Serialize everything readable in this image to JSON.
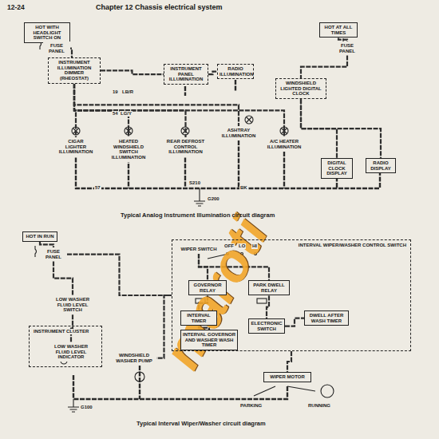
{
  "diagram": {
    "title": "Chapter 12 Chassis electrical system",
    "nodes": [
      {
        "text": [
          "HOT WITH HEADLIGHT SWITCH ON"
        ]
      },
      {
        "text": [
          "FUSE PANEL"
        ]
      },
      {
        "text": [
          "INSTRUMENT ILLUMINATION DIMMER (RHEOSTAT)"
        ]
      },
      {
        "text": [
          "INSTRUMENT PANEL ILLUMINATION"
        ]
      },
      {
        "text": [
          "RADIO ILLUMINATION"
        ]
      },
      {
        "text": [
          "WINDSHIELD LIGHTED DIGITAL CLOCK"
        ]
      },
      {
        "text": [
          "HOT AT ALL TIMES"
        ]
      },
      {
        "text": [
          "FUSE PANEL"
        ]
      },
      {
        "text": [
          "CIGAR LIGHTER ILLUMINATION"
        ]
      },
      {
        "text": [
          "HEATED WINDSHIELD SWITCH ILLUMINATION"
        ]
      },
      {
        "text": [
          "REAR DEFROST CONTROL ILLUMINATION"
        ]
      },
      {
        "text": [
          "ASHTRAY ILLUMINATION"
        ]
      },
      {
        "text": [
          "A/C HEATER ILLUMINATION"
        ]
      },
      {
        "text": [
          "DIGITAL CLOCK DISPLAY"
        ]
      },
      {
        "text": [
          "RADIO DISPLAY"
        ]
      },
      {
        "text": [
          "HOT IN RUN"
        ]
      },
      {
        "text": [
          "FUSE PANEL"
        ]
      },
      {
        "text": [
          "INTERVAL WIPER/WASHER CONTROL SWITCH"
        ]
      },
      {
        "text": [
          "WIPER SWITCH"
        ],
        "in": 17
      },
      {
        "text": [
          "GOVERNOR RELAY"
        ],
        "in": 17
      },
      {
        "text": [
          "PARK DWELL RELAY"
        ],
        "in": 17
      },
      {
        "text": [
          "INTERVAL TIMER"
        ],
        "in": 17
      },
      {
        "text": [
          "INTERVAL GOVERNOR AND WASHER WASH TIMER"
        ],
        "in": 17
      },
      {
        "text": [
          "ELECTRONIC SWITCH"
        ],
        "in": 17
      },
      {
        "text": [
          "DWELL AFTER WASH TIMER"
        ],
        "in": 17
      },
      {
        "text": [
          "LOW WASHER FLUID LEVEL SWITCH"
        ]
      },
      {
        "text": [
          "INSTRUMENT CLUSTER"
        ]
      },
      {
        "text": [
          "LOW WASHER FLUID LEVEL INDICATOR"
        ],
        "in": 26
      },
      {
        "text": [
          "WINDSHIELD WASHER PUMP"
        ]
      },
      {
        "text": [
          "WIPER MOTOR"
        ]
      }
    ],
    "edges": [
      {
        "from": 0,
        "to": 1,
        "arrow": "none"
      },
      {
        "from": 1,
        "to": 2,
        "arrow": "none"
      },
      {
        "from": 2,
        "to": 3,
        "arrow": "none"
      },
      {
        "from": 3,
        "to": 4,
        "arrow": "none"
      },
      {
        "from": 2,
        "to": 8,
        "arrow": "none"
      },
      {
        "from": 2,
        "to": 9,
        "arrow": "none"
      },
      {
        "from": 2,
        "to": 10,
        "arrow": "none"
      },
      {
        "from": 2,
        "to": 11,
        "arrow": "none"
      },
      {
        "from": 2,
        "to": 12,
        "arrow": "none"
      },
      {
        "from": 6,
        "to": 7,
        "arrow": "none"
      },
      {
        "from": 7,
        "to": 5,
        "arrow": "none"
      },
      {
        "from": 5,
        "to": 13,
        "arrow": "none"
      },
      {
        "from": 5,
        "to": 14,
        "arrow": "none"
      },
      {
        "from": 15,
        "to": 16,
        "arrow": "none"
      },
      {
        "from": 16,
        "to": 17,
        "arrow": "none"
      },
      {
        "from": 16,
        "to": 25,
        "arrow": "none"
      },
      {
        "from": 25,
        "to": 27,
        "arrow": "none"
      },
      {
        "from": 18,
        "to": 19,
        "arrow": "none"
      },
      {
        "from": 18,
        "to": 20,
        "arrow": "none"
      },
      {
        "from": 19,
        "to": 21,
        "arrow": "none"
      },
      {
        "from": 21,
        "to": 22,
        "arrow": "none"
      },
      {
        "from": 20,
        "to": 23,
        "arrow": "none"
      },
      {
        "from": 23,
        "to": 24,
        "arrow": "none"
      },
      {
        "from": 17,
        "to": 28,
        "arrow": "none"
      },
      {
        "from": 17,
        "to": 29,
        "arrow": "none"
      }
    ],
    "labels": [
      "12-24",
      "Typical Analog Instrument Illumination circuit diagram",
      "Typical Interval Wiper/Washer circuit diagram",
      "maroti",
      "G200",
      "57",
      "BK",
      "19",
      "LB/R",
      "54",
      "LG/Y",
      "G100",
      "OFF",
      "LO",
      "HI",
      "PARKING",
      "RUNNING",
      "S210"
    ]
  }
}
